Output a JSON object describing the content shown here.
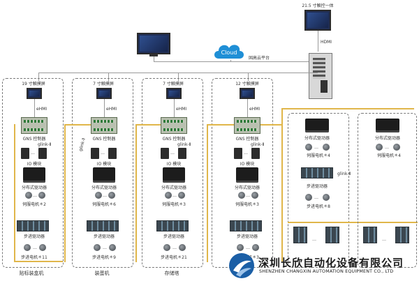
{
  "top": {
    "monitor_label": "21.5 寸触控一体",
    "hdmi_label": "HDMI",
    "cloud_label": "Cloud",
    "cloud_platform_label": "固高云平台"
  },
  "stations": [
    {
      "screen_label": "19 寸触摸屏",
      "hmi_label": "eHMI",
      "ctrl_label": "GNS 控制器",
      "glink_label": "glink-Ⅱ",
      "io_label": "IO 模块",
      "drv_label": "分布式驱动器",
      "motor_label": "伺服电机＊2",
      "step_label": "步进驱动器",
      "step_motor_label": "步进电机＊11",
      "name": "贴标装盒机"
    },
    {
      "screen_label": "7 寸触摸屏",
      "hmi_label": "eHMI",
      "ctrl_label": "GNS 控制器",
      "glink_label": "glink-Ⅱ",
      "io_label": "IO 模块",
      "drv_label": "分布式驱动器",
      "motor_label": "伺服电机＊6",
      "step_label": "步进驱动器",
      "step_motor_label": "步进电机＊9",
      "name": "装蛋机"
    },
    {
      "screen_label": "7 寸触摸屏",
      "hmi_label": "eHMI",
      "ctrl_label": "GNS 控制器",
      "glink_label": "glink-Ⅱ",
      "io_label": "IO 模块",
      "drv_label": "分布式驱动器",
      "motor_label": "伺服电机＊3",
      "step_label": "步进驱动器",
      "step_motor_label": "步进电机＊21",
      "name": "存储塔"
    },
    {
      "screen_label": "12 寸触摸屏",
      "hmi_label": "eHMI",
      "ctrl_label": "GNS 控制器",
      "glink_label": "glink-Ⅱ",
      "io_label": "IO 模块",
      "drv_label": "分布式驱动器",
      "motor_label": "伺服电机＊3",
      "step_label": "步进驱动器",
      "step_motor_label": "步进电机＊3",
      "name": ""
    }
  ],
  "right_a": {
    "drv_label": "分布式驱动器",
    "motor_label": "伺服电机＊4",
    "glink_label": "glink-Ⅱ",
    "step_label": "步进驱动器",
    "step_motor_label": "步进电机＊8"
  },
  "right_b": {
    "drv_label": "分布式驱动器",
    "motor_label": "伺服电机＊4"
  },
  "brand": {
    "name_cn": "深圳长欣自动化设备有限公司",
    "name_en": "SHENZHEN CHANGXIN AUTOMATION EQUIPMENT CO., LTD"
  },
  "colors": {
    "cable_yellow": "#e0b64a",
    "cloud_blue": "#1f8fd6",
    "brand_blue": "#1b5fa6"
  }
}
